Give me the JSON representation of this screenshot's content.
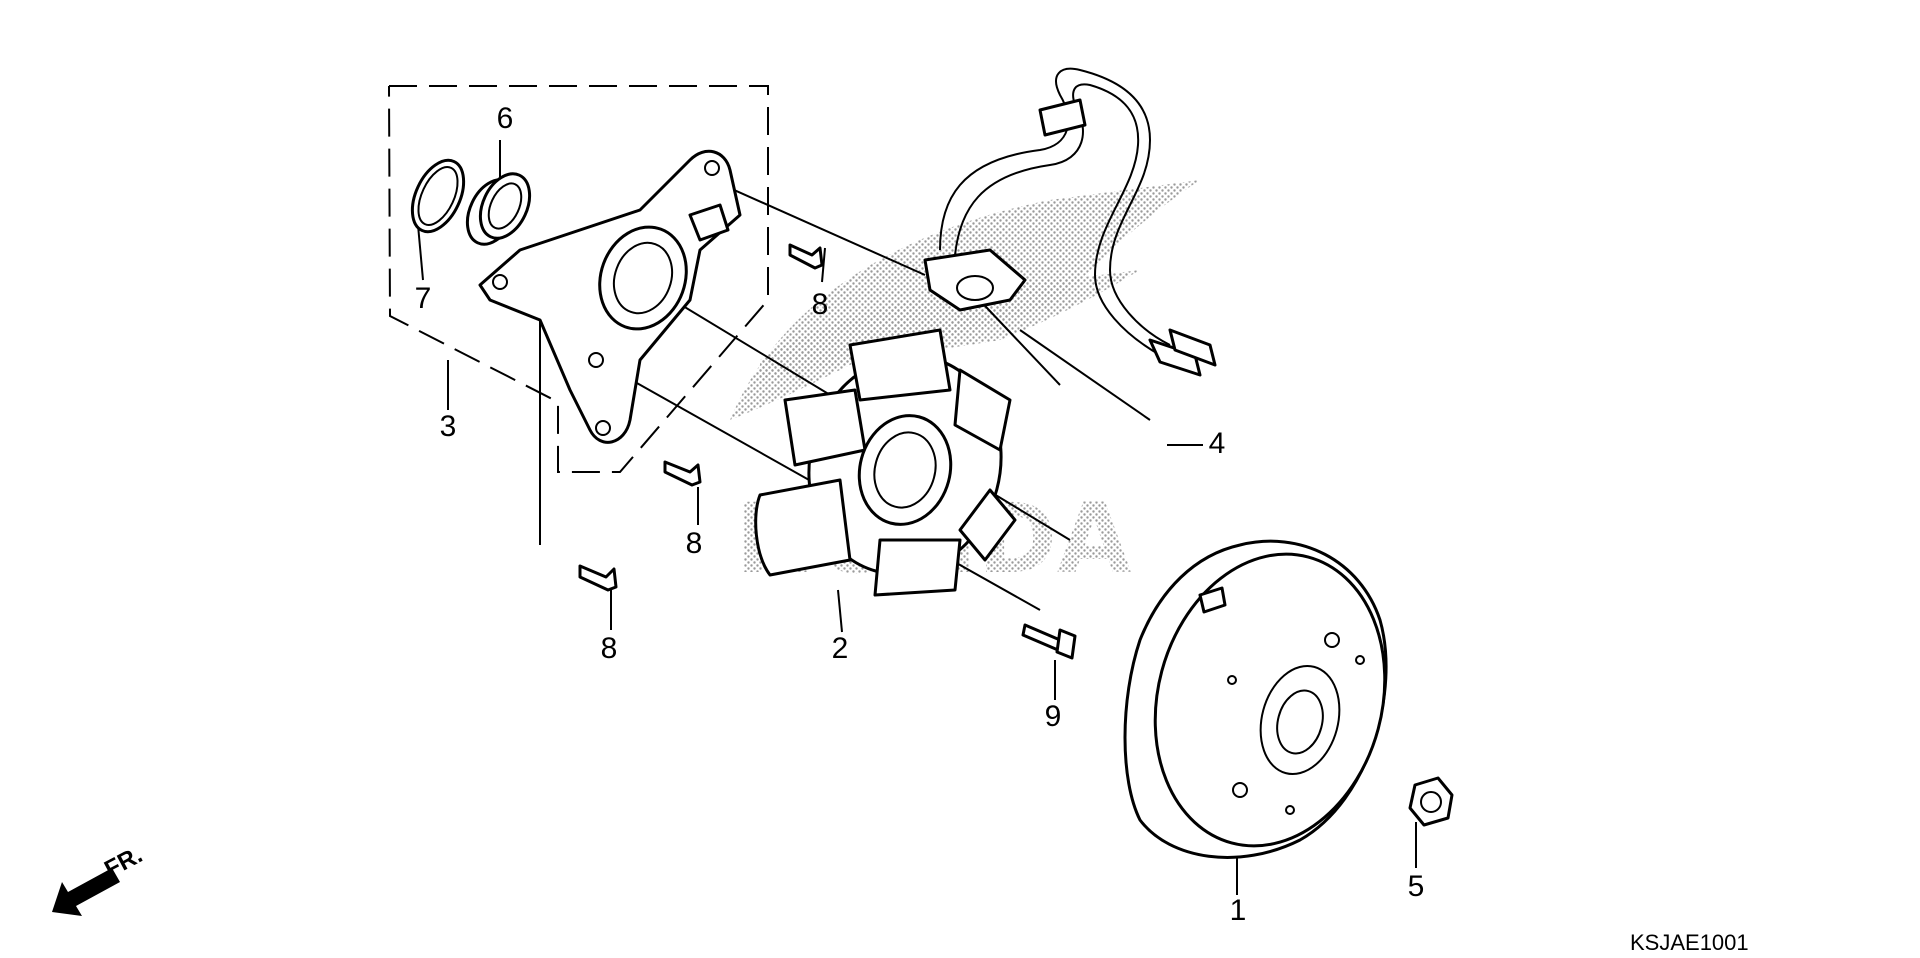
{
  "watermark": {
    "brand": "HONDA"
  },
  "callouts": [
    {
      "id": "1",
      "label": "1"
    },
    {
      "id": "2",
      "label": "2"
    },
    {
      "id": "3",
      "label": "3"
    },
    {
      "id": "4",
      "label": "4"
    },
    {
      "id": "5",
      "label": "5"
    },
    {
      "id": "6",
      "label": "6"
    },
    {
      "id": "7",
      "label": "7"
    },
    {
      "id": "8a",
      "label": "8"
    },
    {
      "id": "8b",
      "label": "8"
    },
    {
      "id": "8c",
      "label": "8"
    },
    {
      "id": "9",
      "label": "9"
    }
  ],
  "direction": {
    "label": "FR."
  },
  "diagram_code": "KSJAE1001"
}
